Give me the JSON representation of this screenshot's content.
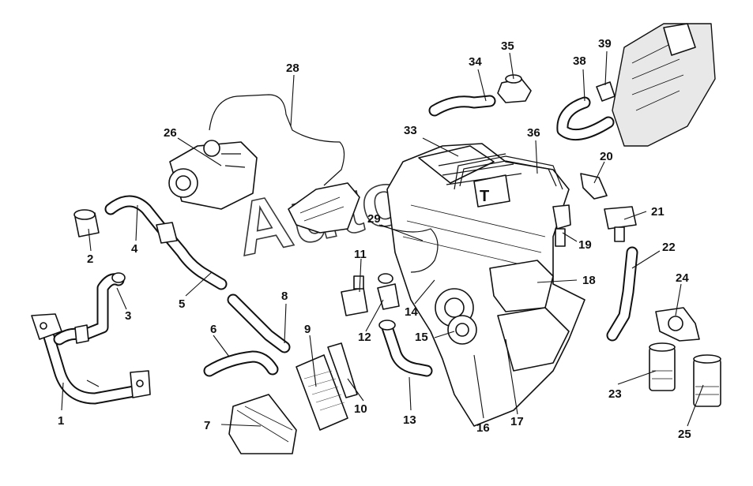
{
  "watermark": "AutoS",
  "callouts": [
    {
      "id": "1",
      "label": "1"
    },
    {
      "id": "2",
      "label": "2"
    },
    {
      "id": "3",
      "label": "3"
    },
    {
      "id": "4",
      "label": "4"
    },
    {
      "id": "5",
      "label": "5"
    },
    {
      "id": "6",
      "label": "6"
    },
    {
      "id": "7",
      "label": "7"
    },
    {
      "id": "8",
      "label": "8"
    },
    {
      "id": "9",
      "label": "9"
    },
    {
      "id": "10",
      "label": "10"
    },
    {
      "id": "11",
      "label": "11"
    },
    {
      "id": "12",
      "label": "12"
    },
    {
      "id": "13",
      "label": "13"
    },
    {
      "id": "14",
      "label": "14"
    },
    {
      "id": "15",
      "label": "15"
    },
    {
      "id": "16",
      "label": "16"
    },
    {
      "id": "17",
      "label": "17"
    },
    {
      "id": "18",
      "label": "18"
    },
    {
      "id": "19",
      "label": "19"
    },
    {
      "id": "20",
      "label": "20"
    },
    {
      "id": "21",
      "label": "21"
    },
    {
      "id": "22",
      "label": "22"
    },
    {
      "id": "23",
      "label": "23"
    },
    {
      "id": "24",
      "label": "24"
    },
    {
      "id": "25",
      "label": "25"
    },
    {
      "id": "26",
      "label": "26"
    },
    {
      "id": "28",
      "label": "28"
    },
    {
      "id": "29",
      "label": "29"
    },
    {
      "id": "33",
      "label": "33"
    },
    {
      "id": "34",
      "label": "34"
    },
    {
      "id": "35",
      "label": "35"
    },
    {
      "id": "36",
      "label": "36"
    },
    {
      "id": "38",
      "label": "38"
    },
    {
      "id": "39",
      "label": "39"
    }
  ]
}
